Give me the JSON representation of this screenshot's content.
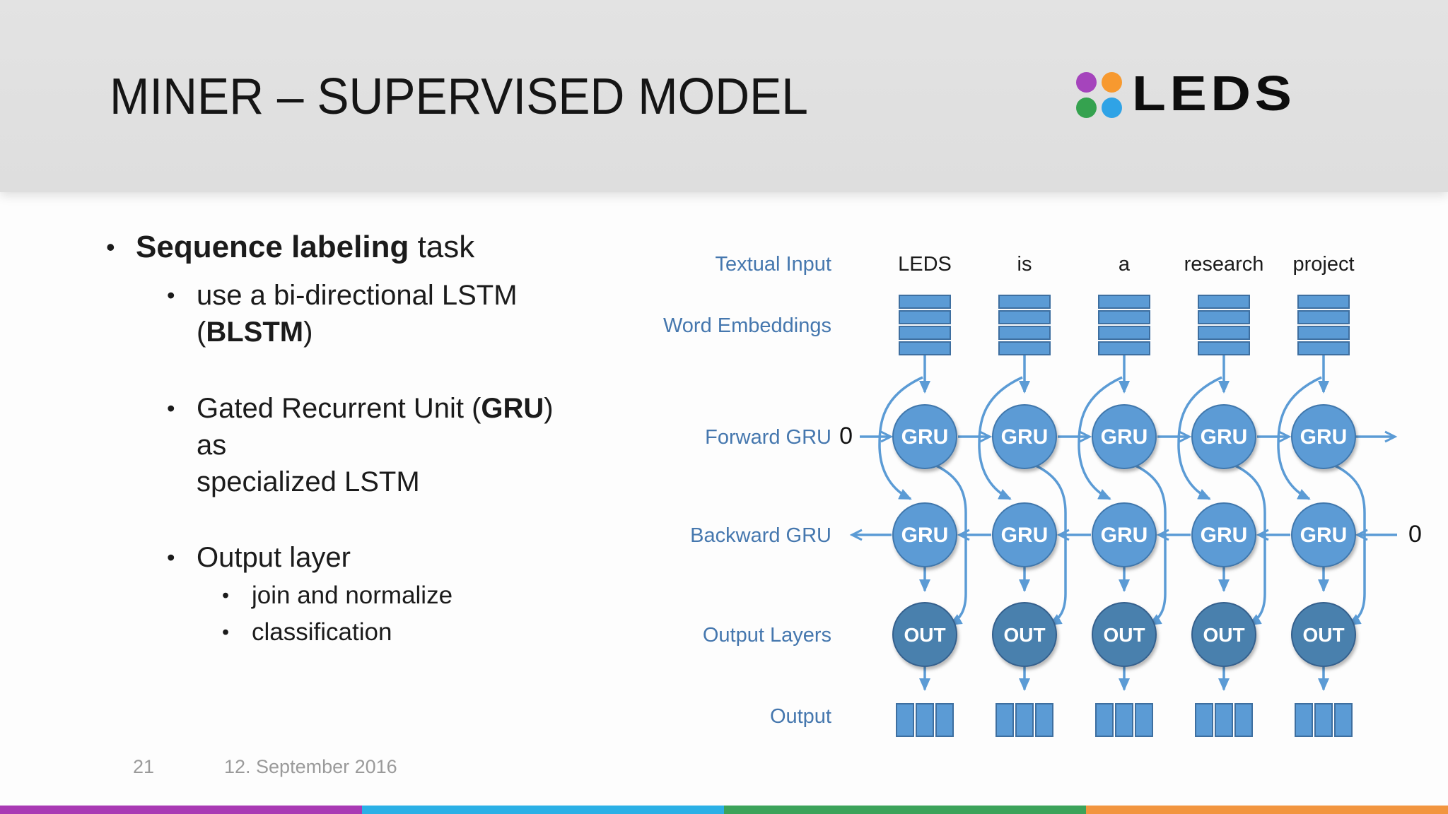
{
  "slide": {
    "title": "MINER – SUPERVISED MODEL",
    "page_number": "21",
    "date": "12. September 2016",
    "bullet_glyph": "•"
  },
  "logo": {
    "text": "LEDS",
    "dot_colors": [
      "#A544BC",
      "#F7992F",
      "#35A24F",
      "#2FA3E6"
    ]
  },
  "bullets": [
    {
      "level": 1,
      "lines": [
        [
          {
            "text": "Sequence labeling",
            "bold": true
          },
          {
            "text": " task",
            "bold": false
          }
        ]
      ]
    },
    {
      "level": 2,
      "lines": [
        [
          {
            "text": "use a bi-directional LSTM",
            "bold": false
          }
        ],
        [
          {
            "text": "(",
            "bold": false
          },
          {
            "text": "BLSTM",
            "bold": true
          },
          {
            "text": ")",
            "bold": false
          }
        ]
      ]
    },
    {
      "level": 2,
      "lines": [
        [
          {
            "text": "Gated Recurrent Unit (",
            "bold": false
          },
          {
            "text": "GRU",
            "bold": true
          },
          {
            "text": ") as",
            "bold": false
          }
        ],
        [
          {
            "text": "specialized LSTM",
            "bold": false
          }
        ]
      ]
    },
    {
      "level": 2,
      "lines": [
        [
          {
            "text": "Output layer",
            "bold": false
          }
        ]
      ]
    },
    {
      "level": 3,
      "lines": [
        [
          {
            "text": "join and normalize",
            "bold": false
          }
        ]
      ]
    },
    {
      "level": 3,
      "lines": [
        [
          {
            "text": "classification",
            "bold": false
          }
        ]
      ]
    }
  ],
  "diagram": {
    "row_labels": [
      "Textual Input",
      "Word Embeddings",
      "Forward GRU",
      "Backward GRU",
      "Output Layers",
      "Output"
    ],
    "words": [
      "LEDS",
      "is",
      "a",
      "research",
      "project"
    ],
    "forward_node_label": "GRU",
    "backward_node_label": "GRU",
    "output_node_label": "OUT",
    "zero_left": "0",
    "zero_right": "0",
    "colors": {
      "node_fill": "#5B9BD5",
      "node_stroke": "#4077AC",
      "out_fill": "#4A80AD",
      "out_stroke": "#35618D",
      "arrow": "#5B9BD5",
      "embedding_fill": "#5B9BD5",
      "embedding_stroke": "#3E6FA0",
      "label_blue": "#4577AE",
      "text_dark": "#1b1b1b",
      "node_text": "#FFFFFF"
    }
  },
  "footer_stripe_colors": [
    "#A93AB4",
    "#2BB0E6",
    "#3CA35A",
    "#F2953F"
  ]
}
